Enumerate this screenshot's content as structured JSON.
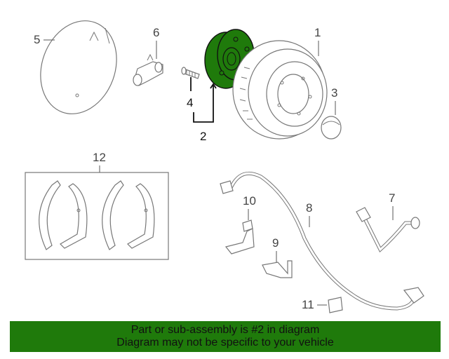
{
  "labels": {
    "p1": "1",
    "p2": "2",
    "p3": "3",
    "p4": "4",
    "p5": "5",
    "p6": "6",
    "p7": "7",
    "p8": "8",
    "p9": "9",
    "p10": "10",
    "p11": "11",
    "p12": "12"
  },
  "banner": {
    "line1": "Part or sub-assembly is #2 in diagram",
    "line2": "Diagram may not be specific to your vehicle"
  },
  "colors": {
    "highlight": "#1f7a0b",
    "banner_bg": "#1f7a0b",
    "banner_text": "#111111"
  }
}
